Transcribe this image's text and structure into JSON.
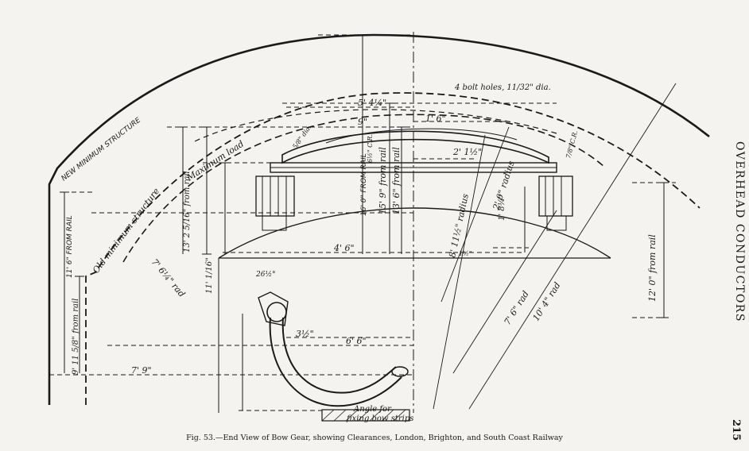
{
  "caption": "Fig. 53.—End View of Bow Gear, showing Clearances, London, Brighton, and South Coast Railway",
  "side_heading": "OVERHEAD CONDUCTORS",
  "page_number": "215",
  "labels": {
    "new_min_structure": "NEW MINIMUM STRUCTURE",
    "old_min_structure": "Old minimum structure",
    "max_load": "Maximum load",
    "bolt_holes": "4 bolt holes, 11/32\" dia.",
    "dim_5_4_quarter": "5' 4¼\"",
    "dim_9": "9\"",
    "dim_1_6": "1' 6\"",
    "dim_6_half_cr": "6½\" C.R.",
    "dim_5_8_dia": "5/8\" dia.",
    "dim_7_8_cr": "7/8\" C.R.",
    "dim_2_1_half": "2' 1½\"",
    "dim_2_0_radius": "2' 0\" radius",
    "dim_1_8_3q": "1' 8¾\"",
    "dim_8_11_radius": "8' 11½\" radius",
    "dim_1_half": "1½\"",
    "dim_4_6": "4' 6\"",
    "dim_16_0_rail": "16' 0\" FROM RAIL",
    "dim_15_9_rail": "15' 9\" from rail",
    "dim_13_6_rail": "13' 6\" from rail",
    "dim_13_2_rail": "13' 2 5/16\" from rail",
    "dim_11_6_rail": "11' 6\" FROM RAIL",
    "dim_11_1_16": "11' 1/16\"",
    "dim_7_6_rad_left": "7' 6¼\" rad",
    "dim_26deg": "26½°",
    "dim_3_half": "3½\"",
    "dim_6_6": "6' 6\"",
    "dim_7_9": "7' 9\"",
    "dim_9_11_rail": "9' 11 5/8\" from rail",
    "angle_for": "Angle for",
    "fixing_bow": "fixing bow strips",
    "dim_7_6_rad": "7' 6\" rad",
    "dim_10_4_rad": "10' 4\" rad",
    "dim_12_0_rail": "12' 0\" from rail"
  }
}
